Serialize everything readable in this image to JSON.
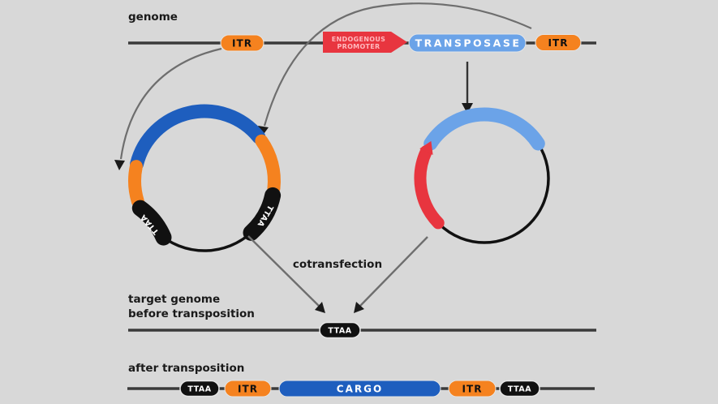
{
  "labels": {
    "genome": "genome",
    "cotransfection": "cotransfection",
    "target_genome_line1": "target genome",
    "target_genome_line2": "before transposition",
    "after_transposition": "after transposition"
  },
  "genome_track": {
    "itr_left": "ITR",
    "promoter_line1": "ENDOGENOUS",
    "promoter_line2": "PROMOTER",
    "transposase": "TRANSPOSASE",
    "itr_right": "ITR"
  },
  "donor_plasmid": {
    "ttaa_left": "TTAA",
    "ttaa_right": "TTAA"
  },
  "target_genome_track": {
    "ttaa": "TTAA"
  },
  "after_track": {
    "ttaa_left": "TTAA",
    "itr_left": "ITR",
    "cargo": "CARGO",
    "itr_right": "ITR",
    "ttaa_right": "TTAA"
  },
  "colors": {
    "background": "#d8d8d8",
    "orange": "#f5821f",
    "dark_blue": "#1e5ebe",
    "light_blue": "#6ba3e8",
    "red": "#e8353f",
    "black_element": "#111111",
    "genome_line": "#3a3a3a",
    "gray_arrow": "#6e6e6e"
  }
}
